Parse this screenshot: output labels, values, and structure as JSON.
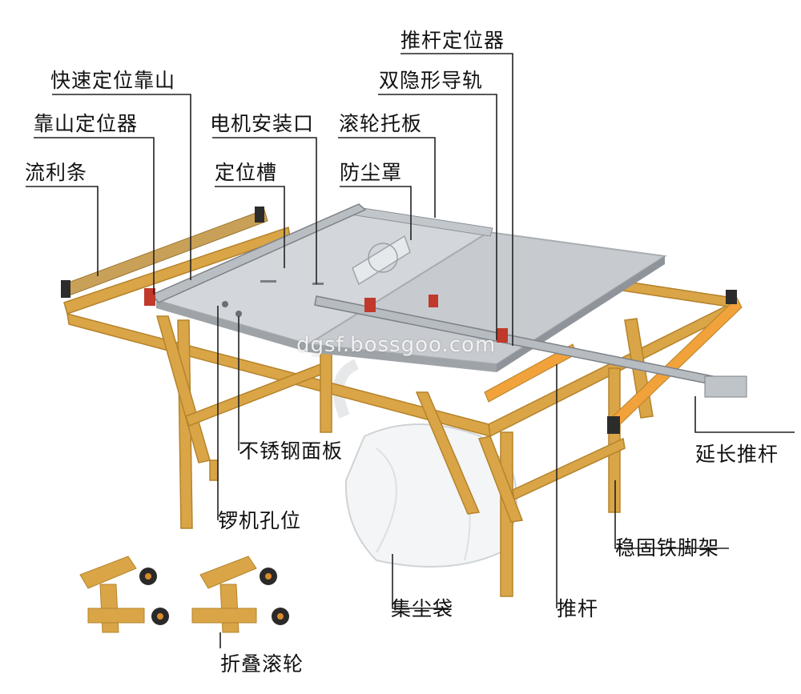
{
  "labels": {
    "push_rod_positioner": "推杆定位器",
    "double_hidden_rail": "双隐形导轨",
    "quick_fence": "快速定位靠山",
    "roller_tray": "滚轮托板",
    "fence_positioner": "靠山定位器",
    "motor_port": "电机安装口",
    "locating_slot": "定位槽",
    "dust_cover": "防尘罩",
    "flow_strip": "流利条",
    "stainless_panel": "不锈钢面板",
    "router_hole": "锣机孔位",
    "extension_rod": "延长推杆",
    "steel_stand": "稳固铁脚架",
    "dust_bag": "集尘袋",
    "push_rod": "推杆",
    "folding_wheels": "折叠滚轮"
  },
  "watermark": "dgsf.bossgoo.com",
  "colors": {
    "frame": "#d9a547",
    "frame_dark": "#b5832c",
    "table_top": "#d6d9dc",
    "rail": "#b9bec3",
    "roller": "#f2a23a",
    "leader": "#222222"
  }
}
